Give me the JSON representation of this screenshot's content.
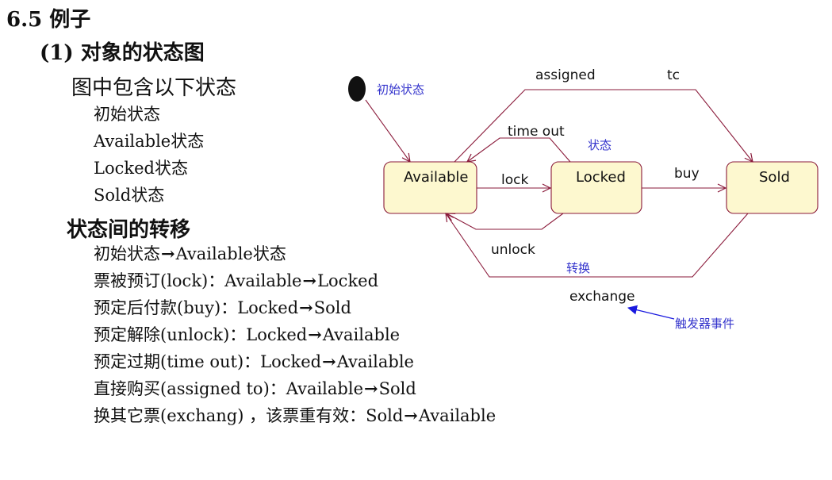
{
  "slide": {
    "title": "6.5  例子",
    "subtitle": "(1) 对象的状态图"
  },
  "states_section": {
    "heading": "图中包含以下状态",
    "items": [
      "初始状态",
      "Available状态",
      "Locked状态",
      "Sold状态"
    ]
  },
  "transitions_section": {
    "heading": "状态间的转移",
    "items": [
      {
        "prefix": "初始状态",
        "to": "Available状态"
      },
      {
        "prefix": "票被预订(lock)：Available",
        "to": "Locked"
      },
      {
        "prefix": "预定后付款(buy)：Locked",
        "to": "Sold"
      },
      {
        "prefix": "预定解除(unlock)：Locked",
        "to": "Available"
      },
      {
        "prefix": "预定过期(time out)：Locked",
        "to": "Available"
      },
      {
        "prefix": "直接购买(assigned to)：Available",
        "to": "Sold"
      },
      {
        "prefix": "换其它票(exchang) ，该票重有效：Sold",
        "to": "Available"
      }
    ],
    "arrow_glyph": "→"
  },
  "diagram": {
    "states": {
      "available": "Available",
      "locked": "Locked",
      "sold": "Sold"
    },
    "edges": {
      "assigned": "assigned",
      "to": "tc",
      "time_out": "time out",
      "lock": "lock",
      "buy": "buy",
      "unlock": "unlock",
      "exchange": "exchange"
    },
    "notes": {
      "initial_state": "初始状态",
      "state": "状态",
      "transition": "转换",
      "trigger_event": "触发器事件"
    },
    "colors": {
      "state_fill": "#fdf8cf",
      "state_border": "#8a1a3a",
      "edge": "#8a1a3a",
      "note_text": "#3333cc",
      "note_arrow": "#1a1adf",
      "initial_dot": "#111111"
    }
  }
}
